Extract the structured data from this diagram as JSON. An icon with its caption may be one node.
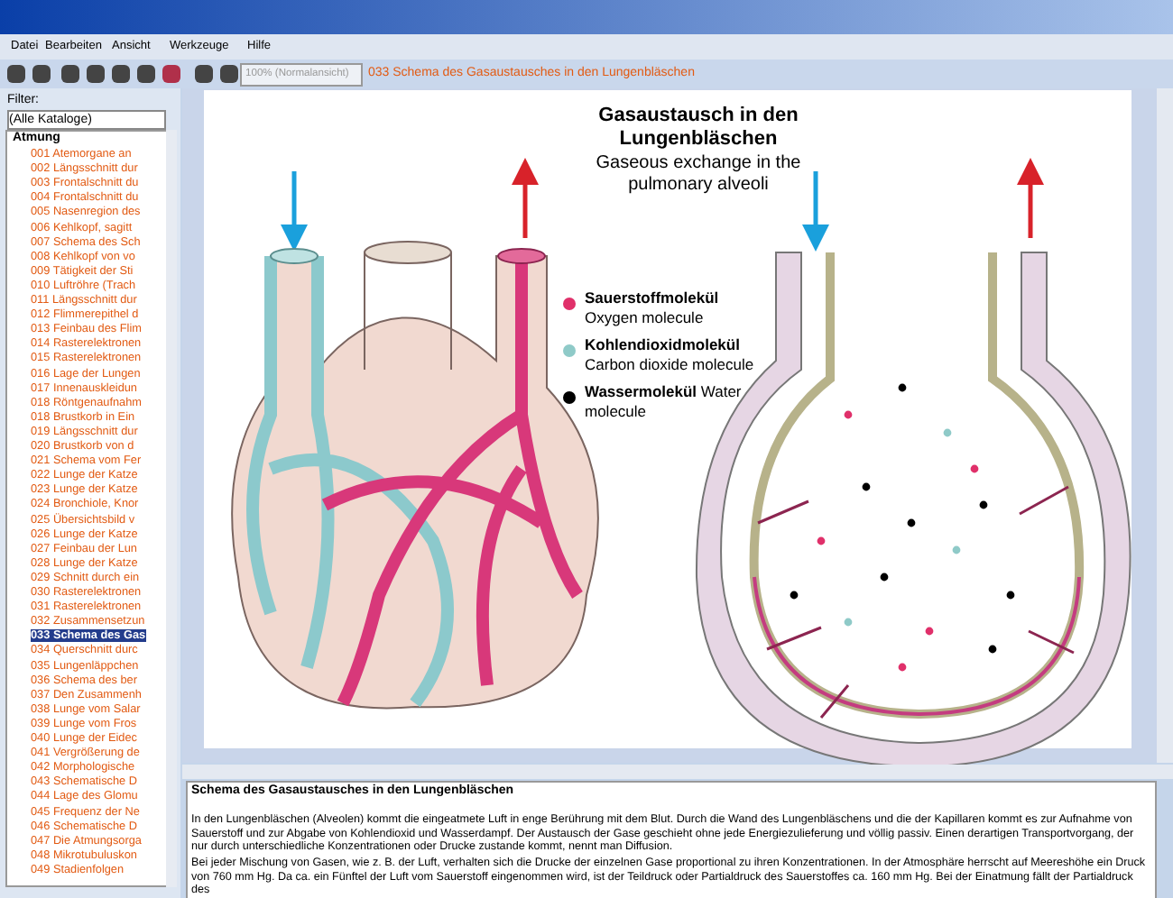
{
  "diagram": {
    "title": "Gasaustausch in den Lungenbläschen",
    "nodes": [
      {
        "text": [],
        "shape": "bar"
      }
    ],
    "caption": "Gaseous exchange in the pulmonary alveoli",
    "labels": [
      "Datei",
      "Bearbeiten",
      "Ansicht",
      "Werkzeuge",
      "Hilfe",
      "100% (Normalansicht)",
      "033 Schema des Gasaustausches in den Lungenbläschen",
      "Filter:",
      "(Alle Kataloge)",
      "Atmung",
      "001 Atemorgane an",
      "002 Längsschnitt dur",
      "003 Frontalschnitt du",
      "004 Frontalschnitt du",
      "005 Nasenregion des",
      "006 Kehlkopf, sagitt",
      "007 Schema des Sch",
      "008 Kehlkopf von vo",
      "009 Tätigkeit der Sti",
      "010 Luftröhre (Trach",
      "011 Längsschnitt dur",
      "012 Flimmerepithel d",
      "013 Feinbau des Flim",
      "014 Rasterelektronen",
      "015 Rasterelektronen",
      "016 Lage der Lungen",
      "017 Innenauskleidun",
      "018 Röntgenaufnahm",
      "018 Brustkorb in Ein",
      "019 Längsschnitt dur",
      "020 Brustkorb von d",
      "021 Schema vom Fer",
      "022 Lunge der Katze",
      "023 Lunge der Katze",
      "024 Bronchiole, Knor",
      "025 Übersichtsbild v",
      "026 Lunge der Katze",
      "027 Feinbau der Lun",
      "028 Lunge der Katze",
      "029 Schnitt durch ein",
      "030 Rasterelektronen",
      "031 Rasterelektronen",
      "032 Zusammensetzun",
      "033 Schema des Gas",
      "034 Querschnitt durc",
      "035 Lungenläppchen",
      "036 Schema des ber",
      "037 Den Zusammenh",
      "038 Lunge vom Salar",
      "039 Lunge vom Fros",
      "040 Lunge der Eidec",
      "041 Vergrößerung de",
      "042 Morphologische",
      "043 Schematische D",
      "044 Lage des Glomu",
      "045 Frequenz der Ne",
      "046 Schematische D",
      "047 Die Atmungsorga",
      "048 Mikrotubuluskon",
      "049 Stadienfolgen",
      "Schema des Gasaustausches in den Lungenbläschen",
      "In den Lungenbläschen (Alveolen) kommt die eingeatmete Luft in enge Berührung mit dem Blut. Durch die Wand des Lungenbläschens und die der Kapillaren kommt es zur Aufnahme von Sauerstoff und zur Abgabe von Kohlendioxid und Wasserdampf. Der Austausch der Gase geschieht ohne jede Energiezulieferung und völlig passiv. Einen derartigen Transportvorgang, der nur durch unterschiedliche Konzentrationen oder Drucke zustande kommt, nennt man Diffusion.",
      "Bei jeder Mischung von Gasen, wie z. B. der Luft, verhalten sich die Drucke der einzelnen Gase proportional zu ihren Konzentrationen. In der Atmosphäre herrscht auf Meereshöhe ein Druck von 760 mm Hg. Da ca. ein Fünftel der Luft vom Sauerstoff eingenommen wird, ist der Teildruck oder Partialdruck des Sauerstoffes ca. 160 mm Hg. Bei der Einatmung fällt der Partialdruck des"
    ],
    "legend": [
      {
        "text": "**Sauerstoffmolekül** Oxygen molecule",
        "color": "#e0306a"
      },
      {
        "text": "**Kohlendioxidmolekül** Carbon dioxide molecule",
        "color": "#8fcac8"
      },
      {
        "text": "**Wassermolekül** Water molecule",
        "color": "#000000"
      }
    ]
  }
}
